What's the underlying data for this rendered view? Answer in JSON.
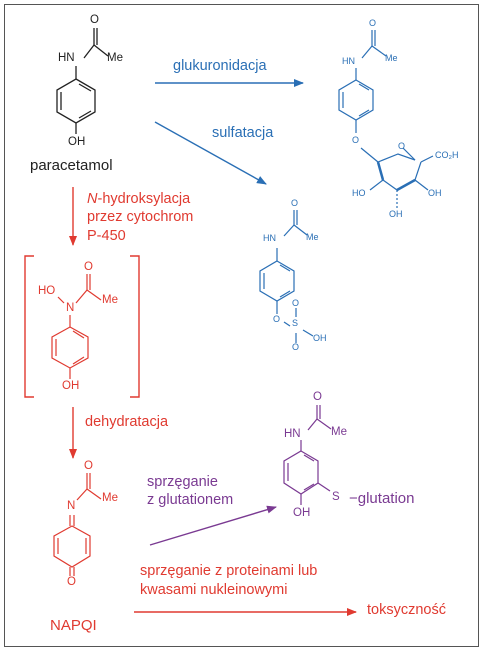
{
  "colors": {
    "black": "#222222",
    "blue": "#2a6fb5",
    "red": "#e03a30",
    "purple": "#7a3a92",
    "frame": "#555555"
  },
  "molecules": {
    "paracetamol": {
      "name": "paracetamol",
      "nh": "HN",
      "me": "Me",
      "o": "O",
      "oh": "OH"
    },
    "glucuronide": {
      "nh": "HN",
      "me": "Me",
      "o": "O",
      "o_link": "O",
      "o_ring": "O",
      "co2h": "CO₂H",
      "co2h_sub": "2",
      "oh_left": "HO",
      "oh_bottom": "OH",
      "oh_right": "OH"
    },
    "sulfate": {
      "nh": "HN",
      "me": "Me",
      "o": "O",
      "o_link": "O",
      "s": "S",
      "o_top": "O",
      "o_bottom": "O",
      "oh": "OH"
    },
    "n_hydroxy": {
      "ho": "HO",
      "n": "N",
      "me": "Me",
      "o": "O",
      "oh": "OH"
    },
    "napqi": {
      "name": "NAPQI",
      "n": "N",
      "me": "Me",
      "o": "O",
      "o_bottom": "O"
    },
    "glutathione_conjugate": {
      "nh": "HN",
      "me": "Me",
      "o": "O",
      "oh": "OH",
      "s": "S",
      "glutation": "−glutation"
    }
  },
  "labels": {
    "glucuronidation": "glukuronidacja",
    "sulfation": "sulfatacja",
    "n_hydroxylation_1": "N",
    "n_hydroxylation_1b": "-hydroksylacja",
    "n_hydroxylation_2": "przez cytochrom",
    "n_hydroxylation_3": "P-450",
    "dehydration": "dehydratacja",
    "glutathione_1": "sprzęganie",
    "glutathione_2": "z glutationem",
    "protein_1": "sprzęganie z proteinami lub",
    "protein_2": "kwasami nukleinowymi",
    "toxicity": "toksyczność"
  }
}
